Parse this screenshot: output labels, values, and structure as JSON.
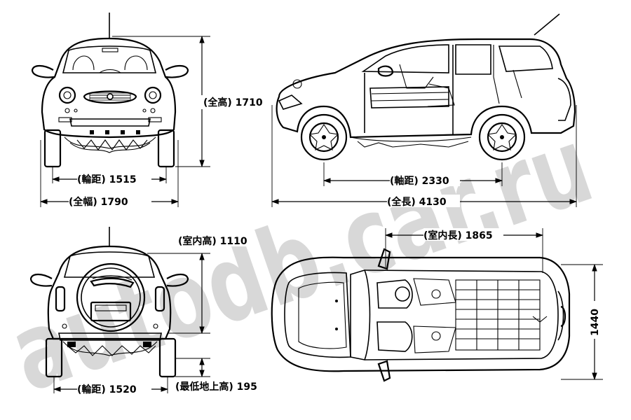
{
  "watermark": "autodb.car.ru",
  "colors": {
    "line": "#000000",
    "watermark": "#d6d6d6",
    "background": "#ffffff"
  },
  "views": {
    "front": {
      "tread": "(輪距) 1515",
      "width": "(全幅) 1790",
      "height": "(全高) 1710"
    },
    "side": {
      "wheelbase": "(軸距) 2330",
      "length": "(全長) 4130"
    },
    "rear": {
      "interior_height": "(室内高) 1110",
      "tread": "(輪距) 1520",
      "ground_clearance": "(最低地上高) 195"
    },
    "top": {
      "interior_length": "(室内長) 1865",
      "interior_width": "1440"
    }
  }
}
